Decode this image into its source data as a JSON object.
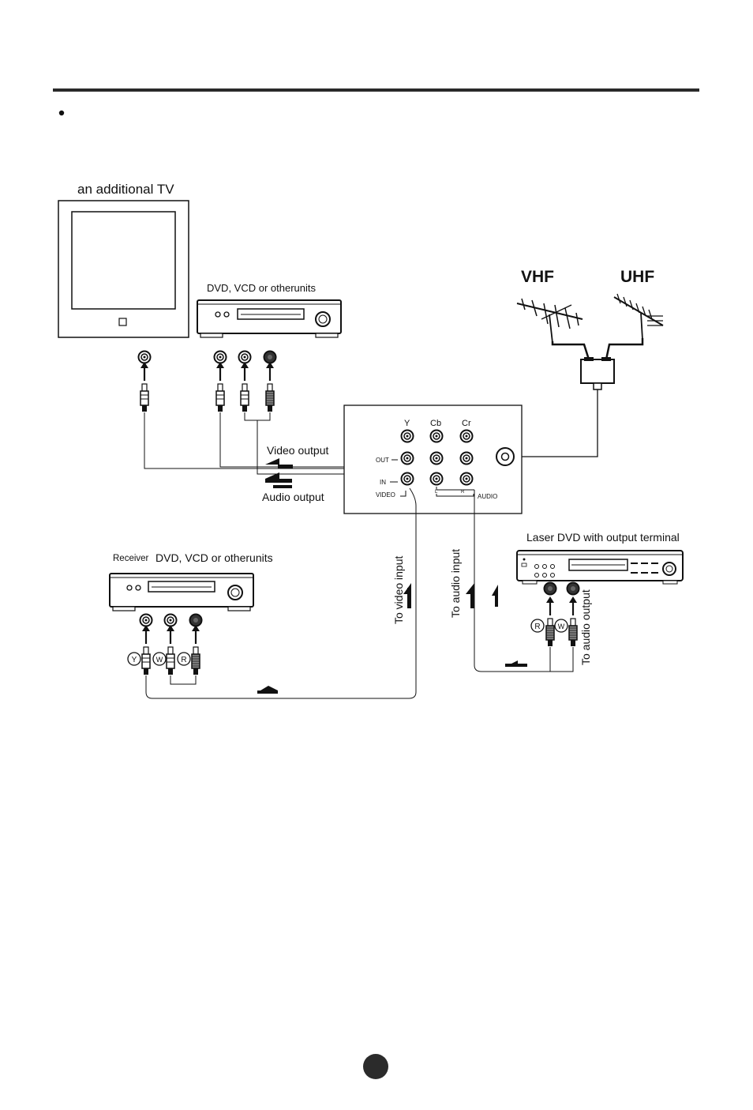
{
  "labels": {
    "additional_tv": "an additional TV",
    "dvd_top": "DVD, VCD or otherunits",
    "vhf": "VHF",
    "uhf": "UHF",
    "panel_y": "Y",
    "panel_cb": "Cb",
    "panel_cr": "Cr",
    "panel_out": "OUT",
    "panel_in": "IN",
    "panel_video": "VIDEO",
    "panel_l": "L",
    "panel_r": "R",
    "panel_audio": "AUDIO",
    "video_output": "Video output",
    "audio_output": "Audio output",
    "receiver_prefix": "Receiver",
    "receiver_rest": "DVD, VCD or otherunits",
    "laser_dvd": "Laser DVD with output terminal",
    "to_video_input": "To video input",
    "to_audio_input": "To audio input",
    "to_audio_output": "To audio output",
    "plug_y": "Y",
    "plug_w": "W",
    "plug_r": "R"
  },
  "colors": {
    "ink": "#111111",
    "rule": "#2a2a2a",
    "page_badge": "#2b2b2b"
  }
}
